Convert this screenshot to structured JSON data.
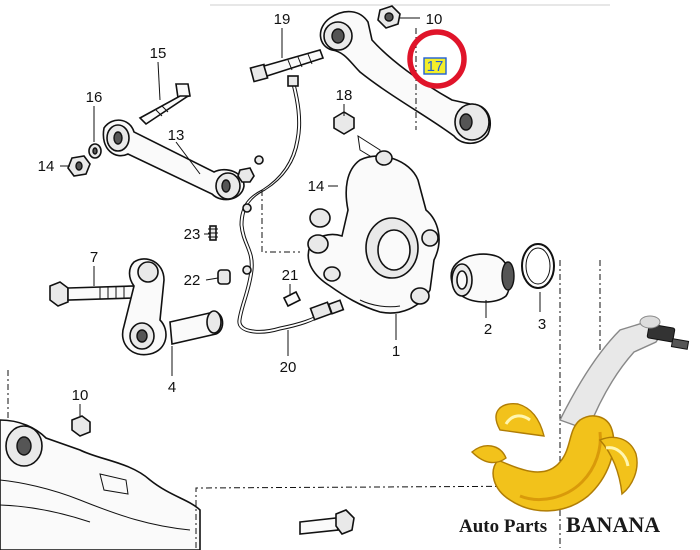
{
  "callouts": {
    "p19": "19",
    "p10a": "10",
    "p17": "17",
    "p15": "15",
    "p16": "16",
    "p18": "18",
    "p13": "13",
    "p14a": "14",
    "p14b": "14",
    "p23": "23",
    "p7": "7",
    "p22": "22",
    "p21": "21",
    "p2": "2",
    "p3": "3",
    "p1": "1",
    "p20": "20",
    "p4": "4",
    "p10b": "10"
  },
  "highlight": {
    "ring_color": "#e0142a",
    "label_bg": "#f3ee2a",
    "label_border": "#1f5fd6"
  },
  "brand": {
    "prefix": "Auto Parts",
    "name": "BANANA",
    "colors": {
      "banana": "#f2c21b",
      "banana_shade": "#d99a0a",
      "peel_inner": "#fff6b0",
      "text": "#1a1a1a"
    }
  }
}
